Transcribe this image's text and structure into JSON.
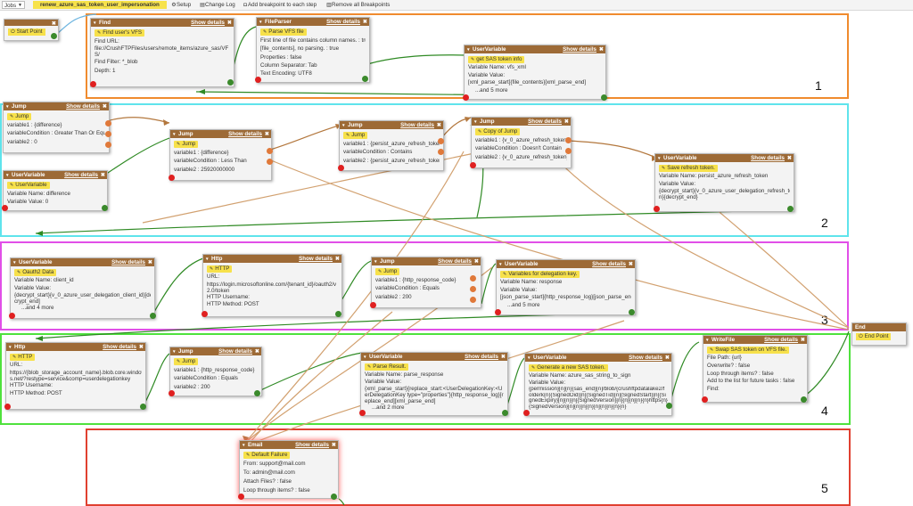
{
  "toolbar": {
    "jobs": "Jobs",
    "job_name": "renew_azure_sas_token_user_impersonation",
    "setup": "Setup",
    "change_log": "Change Log",
    "add_breakpoint": "Add breakpoint to each step",
    "remove_breakpoints": "Remove all Breakpoints"
  },
  "region_numbers": [
    "1",
    "2",
    "3",
    "4",
    "5"
  ],
  "start": {
    "label": "Start Point"
  },
  "end": {
    "title": "End",
    "label": "End Point"
  },
  "show_details": "Show details",
  "close": "✖",
  "nodes": {
    "find": {
      "title": "Find",
      "tag": "Find user's VFS",
      "l1": "Find URL:",
      "l2": "file://CrushFTPFiles/users/remote_items/azure_sas/VF",
      "l3": "S/",
      "l4": "Find Filter:  *_blob",
      "l5": "Depth:  1"
    },
    "fileparser": {
      "title": "FileParser",
      "tag": "Parse VFS file",
      "l1": "First line of file contains column names. :  true",
      "l2": "[file_contents], no parsing. :  true",
      "l3": "Properties :  false",
      "l4": "Column Separator:  Tab",
      "l5": "Text Encoding:  UTF8"
    },
    "uv_sas": {
      "title": "UserVariable",
      "tag": "get SAS token info",
      "l1": "Variable Name:  vfs_xml",
      "l2": "Variable Value:",
      "l3": "[xml_parse_start]{file_contents}[xml_parse_end]",
      "l4": "...and 5 more"
    },
    "jump_diff": {
      "title": "Jump",
      "tag": "Jump",
      "l1": "variable1 :  {difference}",
      "l2": "variableCondition :  Greater Than Or Equ",
      "l3": "variable2 :  0"
    },
    "jump_lt": {
      "title": "Jump",
      "tag": "Jump",
      "l1": "variable1 :  {difference}",
      "l2": "variableCondition :  Less Than",
      "l3": "variable2 :  25920000000"
    },
    "jump_persist": {
      "title": "Jump",
      "tag": "Jump",
      "l1": "variable1 :  {persist_azure_refresh_token",
      "l2": "variableCondition :  Contains",
      "l3": "variable2 :  {persist_azure_refresh_token"
    },
    "jump_copy": {
      "title": "Jump",
      "tag": "Copy of Jump",
      "l1": "variable1 :  {v_0_azure_refresh_token}",
      "l2": "variableCondition :  Doesn't Contain",
      "l3": "variable2 :  {v_0_azure_refresh_token}"
    },
    "uv_save": {
      "title": "UserVariable",
      "tag": "Save refresh token.",
      "l1": "Variable Name:  persist_azure_refresh_token",
      "l2": "Variable Value:",
      "l3": "{decrypt_start}{v_0_azure_user_delegation_refresh_toke",
      "l4": "n}{decrypt_end}"
    },
    "uv_diff": {
      "title": "UserVariable",
      "tag": "UserVariable",
      "l1": "Variable Name:  difference",
      "l2": "Variable Value:  0"
    },
    "uv_oauth": {
      "title": "UserVariable",
      "tag": "Oauth2 Data",
      "l1": "Variable Name:  client_id",
      "l2": "Variable Value:",
      "l3": "{decrypt_start}{v_0_azure_user_delegation_client_id}[de",
      "l4": "crypt_end]",
      "l5": "...and 4 more"
    },
    "http_oauth": {
      "title": "Http",
      "tag": "HTTP",
      "l1": "URL:",
      "l2": "https://login.microsoftonline.com/{tenant_id}/oauth2/v",
      "l3": "2.0/token",
      "l4": "HTTP Username:",
      "l5": "HTTP Method:  POST"
    },
    "jump_resp": {
      "title": "Jump",
      "tag": "Jump",
      "l1": "variable1 :  {http_response_code}",
      "l2": "variableCondition :  Equals",
      "l3": "variable2 :  200"
    },
    "uv_deleg": {
      "title": "UserVariable",
      "tag": "Variables for delegation key.",
      "l1": "Variable Name:  response",
      "l2": "Variable Value:",
      "l3": "[json_parse_start]{http_response_log}[json_parse_end]",
      "l4": "...and 5 more"
    },
    "http_blob": {
      "title": "Http",
      "tag": "HTTP",
      "l1": "URL:",
      "l2": "https://{blob_storage_account_name}.blob.core.window",
      "l3": "s.net/?restype=service&comp=userdelegationkey",
      "l4": "HTTP Username:",
      "l5": "HTTP Method:  POST"
    },
    "jump_resp2": {
      "title": "Jump",
      "tag": "Jump",
      "l1": "variable1 :  {http_response_code}",
      "l2": "variableCondition :  Equals",
      "l3": "variable2 :  200"
    },
    "uv_parse": {
      "title": "UserVariable",
      "tag": "Parse Result.",
      "l1": "Variable Name:  parse_response",
      "l2": "Variable Value:",
      "l3": "{xml_parse_start}{replace_start:<UserDelegationKey:<U",
      "l4": "erDelegationKey type=\"properties\"}{http_response_log}[r",
      "l5": "eplace_end][xml_parse_end]",
      "l6": "...and 2 more"
    },
    "uv_gen": {
      "title": "UserVariable",
      "tag": "Generate a new SAS token.",
      "l1": "Variable Name:  azure_sas_string_to_sign",
      "l2": "Variable Value:",
      "l3": "{permission}[n]{n}{sas_end}[n]/blob/{crushftpdatalake2/f",
      "l4": "olderk{n}{SignedOid}[n]{SignedTid}[n]{SignedStart}[n]{Si",
      "l5": "gnedExpiry}[n]{n}[n]{SignedVersion}[n]{n}[n]{n}{n}https{n}",
      "l6": "{SignedVersion}[n]{n}[n]{n}[n]{n}[n]{n}{n}"
    },
    "writefile": {
      "title": "WriteFile",
      "tag": "Swap SAS token on VFS file.",
      "l1": "File Path:  {url}",
      "l2": "Overwrite? :  false",
      "l3": "Loop through items? :  false",
      "l4": "Add to the list for future tasks :  false",
      "l5": "Find:"
    },
    "email": {
      "title": "Email",
      "tag": "Default Failure",
      "l1": "From:  support@mail.com",
      "l2": "To:  admin@mail.com",
      "l3": "Attach Files? :  false",
      "l4": "Loop through items? :  false"
    }
  }
}
